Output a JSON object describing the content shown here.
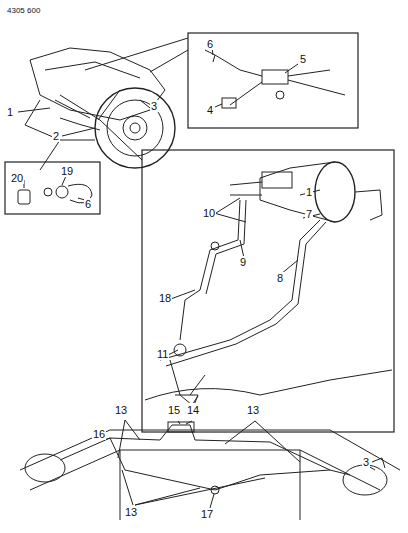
{
  "diagram": {
    "labels": [
      "4305 600",
      "6",
      "5",
      "4",
      "1",
      "2",
      "3",
      "20",
      "19",
      "6",
      "10",
      "1",
      "7",
      "9",
      "8",
      "18",
      "11",
      "12",
      "16",
      "13",
      "15",
      "14",
      "13",
      "3",
      "17",
      "13"
    ]
  }
}
